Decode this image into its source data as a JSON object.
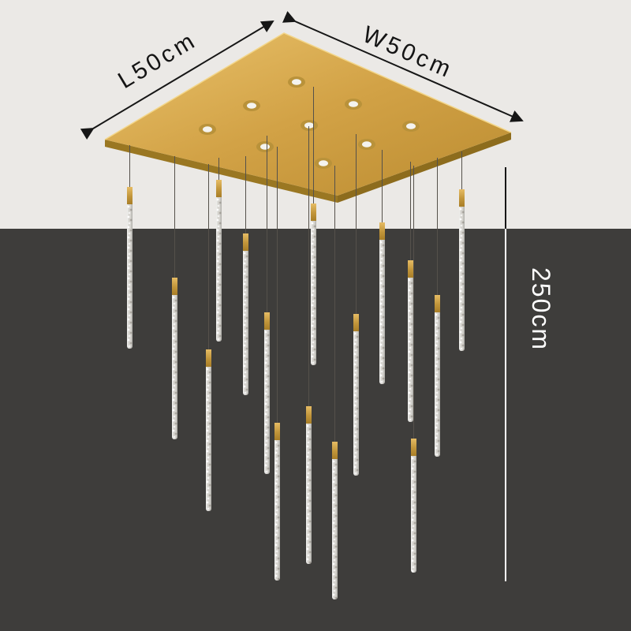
{
  "labels": {
    "length": "L50cm",
    "width": "W50cm",
    "drop": "250cm"
  },
  "colors": {
    "plate_gold": "#d2a246",
    "background_top": "#ebe9e6",
    "background_bottom": "#3e3d3b",
    "dimension_line_on_light": "#161616",
    "dimension_line_on_dark": "#ffffff",
    "label_dark": "#141414",
    "label_light": "#ffffff"
  }
}
